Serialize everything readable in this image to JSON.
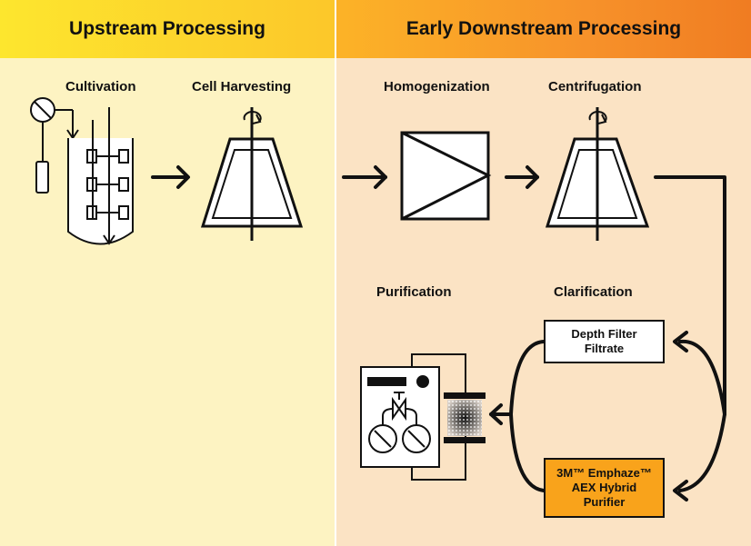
{
  "panels": {
    "upstream": {
      "title": "Upstream Processing"
    },
    "downstream": {
      "title": "Early Downstream Processing"
    }
  },
  "stages": {
    "cultivation": "Cultivation",
    "cell_harvesting": "Cell Harvesting",
    "homogenization": "Homogenization",
    "centrifugation": "Centrifugation",
    "purification": "Purification",
    "clarification": "Clarification"
  },
  "filters": {
    "depth_filter": "Depth Filter\nFiltrate",
    "emphaze": "3M™ Emphaze™\nAEX Hybrid\nPurifier"
  },
  "colors": {
    "upstream_bg": "#fdf3c2",
    "downstream_bg": "#fbe3c4",
    "upstream_header": "#fde62e",
    "downstream_header": "#f7922a",
    "emphaze_fill": "#f9a31b"
  }
}
